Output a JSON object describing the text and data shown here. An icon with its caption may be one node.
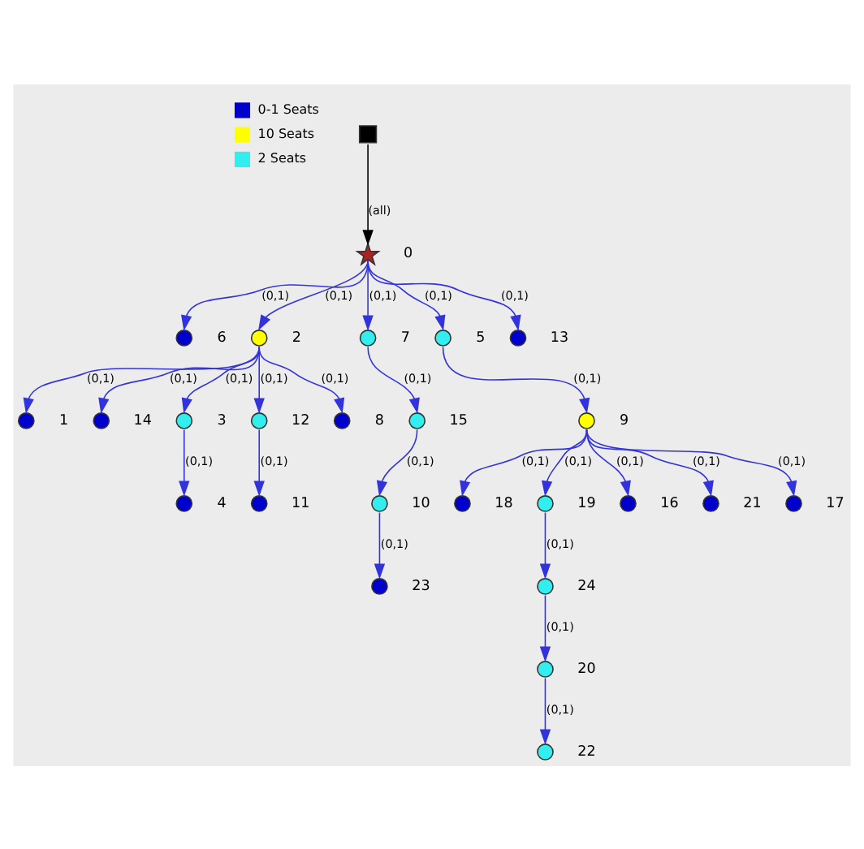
{
  "diagram": {
    "nodes": [
      {
        "text": [],
        "shape": "box"
      },
      {
        "text": [],
        "shape": "star",
        "beside": [
          "0"
        ]
      },
      {
        "text": [],
        "shape": "circle",
        "beside": [
          "6"
        ]
      },
      {
        "text": [],
        "shape": "circle",
        "beside": [
          "2"
        ]
      },
      {
        "text": [],
        "shape": "circle",
        "beside": [
          "7"
        ]
      },
      {
        "text": [],
        "shape": "circle",
        "beside": [
          "5"
        ]
      },
      {
        "text": [],
        "shape": "circle",
        "beside": [
          "13"
        ]
      },
      {
        "text": [],
        "shape": "circle",
        "beside": [
          "1"
        ]
      },
      {
        "text": [],
        "shape": "circle",
        "beside": [
          "14"
        ]
      },
      {
        "text": [],
        "shape": "circle",
        "beside": [
          "3"
        ]
      },
      {
        "text": [],
        "shape": "circle",
        "beside": [
          "12"
        ]
      },
      {
        "text": [],
        "shape": "circle",
        "beside": [
          "8"
        ]
      },
      {
        "text": [],
        "shape": "circle",
        "beside": [
          "15"
        ]
      },
      {
        "text": [],
        "shape": "circle",
        "beside": [
          "9"
        ]
      },
      {
        "text": [],
        "shape": "circle",
        "beside": [
          "4"
        ]
      },
      {
        "text": [],
        "shape": "circle",
        "beside": [
          "11"
        ]
      },
      {
        "text": [],
        "shape": "circle",
        "beside": [
          "10"
        ]
      },
      {
        "text": [],
        "shape": "circle",
        "beside": [
          "18"
        ]
      },
      {
        "text": [],
        "shape": "circle",
        "beside": [
          "19"
        ]
      },
      {
        "text": [],
        "shape": "circle",
        "beside": [
          "16"
        ]
      },
      {
        "text": [],
        "shape": "circle",
        "beside": [
          "21"
        ]
      },
      {
        "text": [],
        "shape": "circle",
        "beside": [
          "17"
        ]
      },
      {
        "text": [],
        "shape": "circle",
        "beside": [
          "23"
        ]
      },
      {
        "text": [],
        "shape": "circle",
        "beside": [
          "24"
        ]
      },
      {
        "text": [],
        "shape": "circle",
        "beside": [
          "20"
        ]
      },
      {
        "text": [],
        "shape": "circle",
        "beside": [
          "22"
        ]
      }
    ],
    "edges": [
      {
        "from": 0,
        "to": 1,
        "arrow": "to",
        "label": "(all)",
        "color": "#000000"
      },
      {
        "from": 1,
        "to": 2,
        "arrow": "to",
        "label": "(0,1)"
      },
      {
        "from": 1,
        "to": 3,
        "arrow": "to",
        "label": "(0,1)"
      },
      {
        "from": 1,
        "to": 4,
        "arrow": "to",
        "label": "(0,1)"
      },
      {
        "from": 1,
        "to": 5,
        "arrow": "to",
        "label": "(0,1)"
      },
      {
        "from": 1,
        "to": 6,
        "arrow": "to",
        "label": "(0,1)"
      },
      {
        "from": 3,
        "to": 7,
        "arrow": "to",
        "label": "(0,1)"
      },
      {
        "from": 3,
        "to": 8,
        "arrow": "to",
        "label": "(0,1)"
      },
      {
        "from": 3,
        "to": 9,
        "arrow": "to",
        "label": "(0,1)"
      },
      {
        "from": 3,
        "to": 10,
        "arrow": "to",
        "label": "(0,1)"
      },
      {
        "from": 3,
        "to": 11,
        "arrow": "to",
        "label": "(0,1)"
      },
      {
        "from": 4,
        "to": 12,
        "arrow": "to",
        "label": "(0,1)"
      },
      {
        "from": 5,
        "to": 13,
        "arrow": "to",
        "label": "(0,1)"
      },
      {
        "from": 9,
        "to": 14,
        "arrow": "to",
        "label": "(0,1)"
      },
      {
        "from": 10,
        "to": 15,
        "arrow": "to",
        "label": "(0,1)"
      },
      {
        "from": 12,
        "to": 16,
        "arrow": "to",
        "label": "(0,1)"
      },
      {
        "from": 13,
        "to": 17,
        "arrow": "to",
        "label": "(0,1)"
      },
      {
        "from": 13,
        "to": 18,
        "arrow": "to",
        "label": "(0,1)"
      },
      {
        "from": 13,
        "to": 19,
        "arrow": "to",
        "label": "(0,1)"
      },
      {
        "from": 13,
        "to": 20,
        "arrow": "to",
        "label": "(0,1)"
      },
      {
        "from": 13,
        "to": 21,
        "arrow": "to",
        "label": "(0,1)"
      },
      {
        "from": 16,
        "to": 22,
        "arrow": "to",
        "label": "(0,1)"
      },
      {
        "from": 18,
        "to": 23,
        "arrow": "to",
        "label": "(0,1)"
      },
      {
        "from": 23,
        "to": 24,
        "arrow": "to",
        "label": "(0,1)"
      },
      {
        "from": 24,
        "to": 25,
        "arrow": "to",
        "label": "(0,1)"
      }
    ],
    "legend": [
      {
        "text": "0-1 Seats",
        "color": "#0000cc"
      },
      {
        "text": "10 Seats",
        "color": "#ffff00"
      },
      {
        "text": "2 Seats",
        "color": "#33eeee"
      }
    ]
  }
}
